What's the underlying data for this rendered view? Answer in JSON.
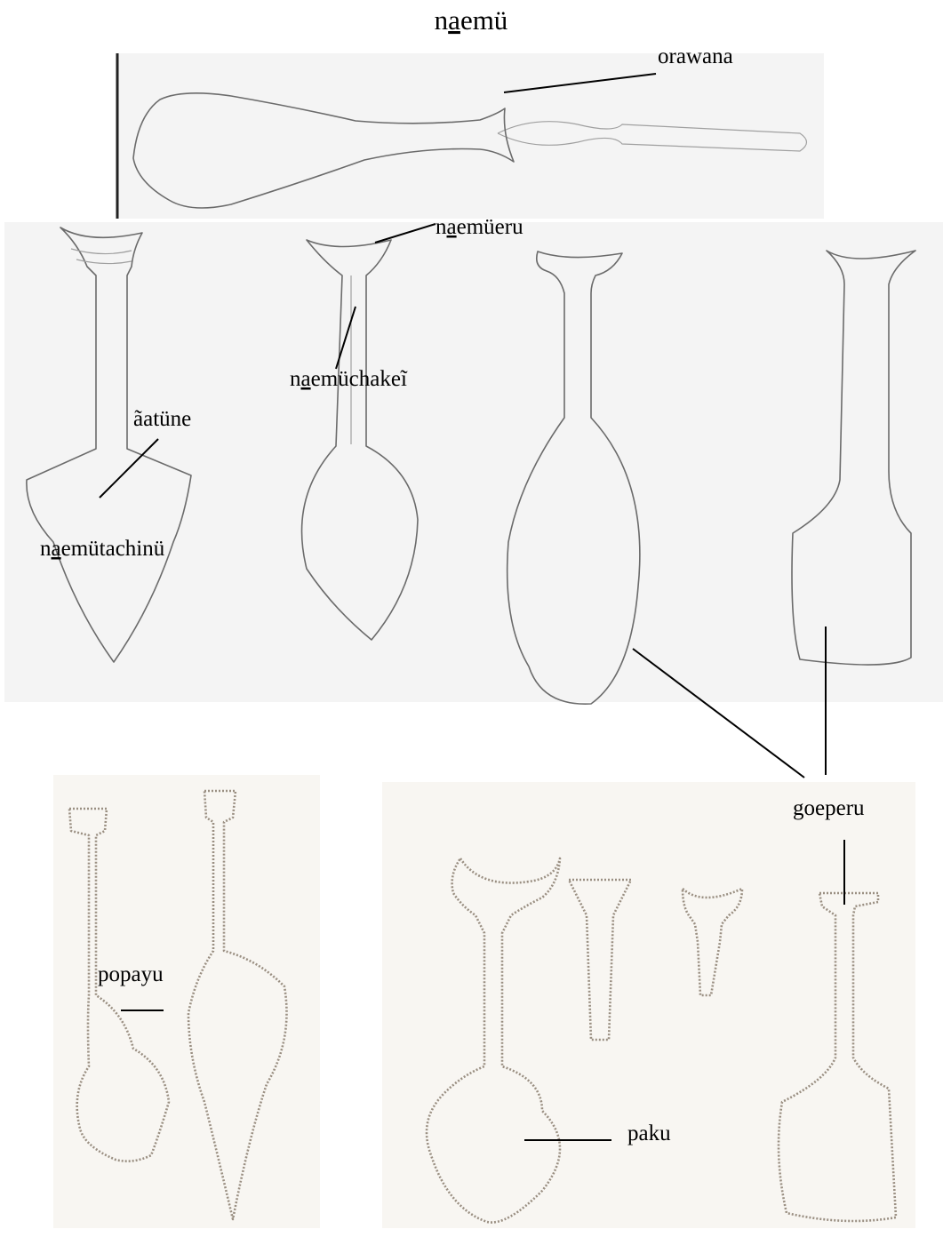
{
  "title": {
    "before": "n",
    "underlined": "a",
    "after": "emü"
  },
  "labels": {
    "orawana": "orawana",
    "naemueru": {
      "before": "n",
      "underlined": "a",
      "after": "emüeru"
    },
    "naemuchakei": {
      "before": "n",
      "underlined": "a",
      "after": "emüchakeĩ"
    },
    "aatune": "ãatüne",
    "naemutachinu": {
      "before": "n",
      "underlined": "a",
      "after": "emütachinü"
    },
    "goeperu": "goeperu",
    "popayu": "popayu",
    "paku": "paku"
  }
}
